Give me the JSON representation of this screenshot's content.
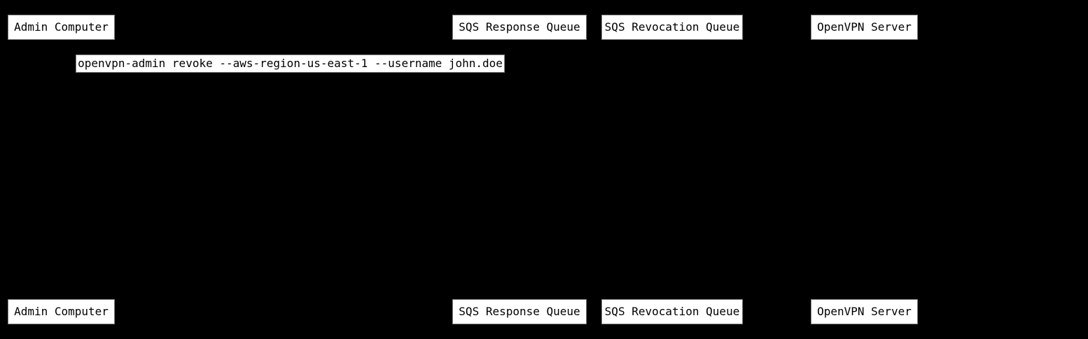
{
  "diagram": {
    "type": "sequence-diagram",
    "actors": [
      "Admin Computer",
      "SQS Response Queue",
      "SQS Revocation Queue",
      "OpenVPN Server"
    ],
    "messages": [
      "openvpn-admin revoke --aws-region-us-east-1 --username john.doe"
    ],
    "colors": {
      "background": "#000000",
      "box_fill": "#ffffff",
      "box_border": "#808080",
      "box_text": "#000000"
    }
  }
}
